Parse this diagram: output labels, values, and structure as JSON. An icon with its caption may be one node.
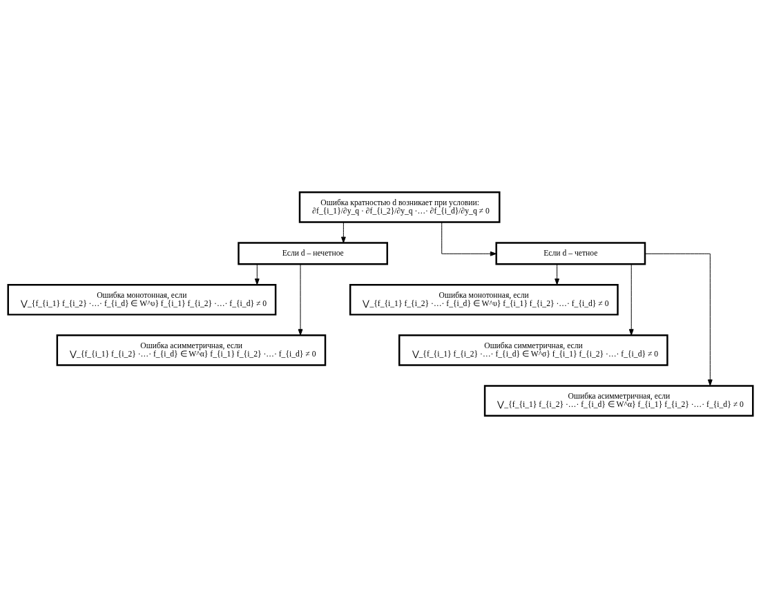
{
  "diagram": {
    "nodes": [
      {
        "text": [
          "Ошибка кратностью d возникает при условии:",
          "∂f_{i_1}/∂y_q · ∂f_{i_2}/∂y_q ·…· ∂f_{i_d}/∂y_q ≠ 0"
        ]
      },
      {
        "text": [
          "Если d – нечетное"
        ]
      },
      {
        "text": [
          "Если d – четное"
        ]
      },
      {
        "text": [
          "Ошибка монотонная, если",
          "⋁_{f_{i_1} f_{i_2} ·…· f_{i_d} ∈ W^υ} f_{i_1} f_{i_2} ·…· f_{i_d} ≠ 0"
        ]
      },
      {
        "text": [
          "Ошибка асимметричная, если",
          "⋁_{f_{i_1} f_{i_2} ·…· f_{i_d} ∈ W^α} f_{i_1} f_{i_2} ·…· f_{i_d} ≠ 0"
        ]
      },
      {
        "text": [
          "Ошибка монотонная, если",
          "⋁_{f_{i_1} f_{i_2} ·…· f_{i_d} ∈ W^υ} f_{i_1} f_{i_2} ·…· f_{i_d} ≠ 0"
        ]
      },
      {
        "text": [
          "Ошибка симметричная, если",
          "⋁_{f_{i_1} f_{i_2} ·…· f_{i_d} ∈ W^σ} f_{i_1} f_{i_2} ·…· f_{i_d} ≠ 0"
        ]
      },
      {
        "text": [
          "Ошибка асимметричная, если",
          "⋁_{f_{i_1} f_{i_2} ·…· f_{i_d} ∈ W^α} f_{i_1} f_{i_2} ·…· f_{i_d} ≠ 0"
        ]
      }
    ],
    "edges": [
      {
        "from": 0,
        "to": 1,
        "arrow": "to"
      },
      {
        "from": 0,
        "to": 2,
        "arrow": "to"
      },
      {
        "from": 1,
        "to": 3,
        "arrow": "to"
      },
      {
        "from": 1,
        "to": 4,
        "arrow": "to"
      },
      {
        "from": 2,
        "to": 5,
        "arrow": "to"
      },
      {
        "from": 2,
        "to": 6,
        "arrow": "to"
      },
      {
        "from": 2,
        "to": 7,
        "arrow": "to"
      }
    ]
  }
}
